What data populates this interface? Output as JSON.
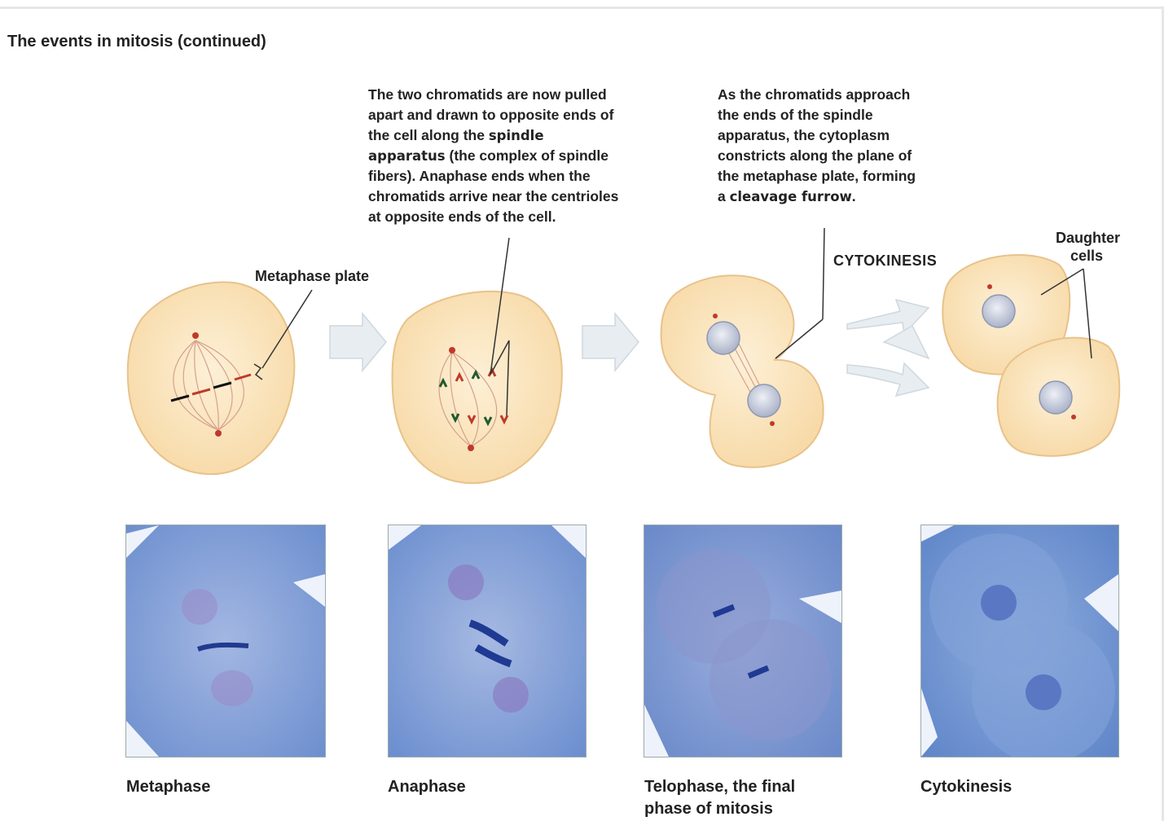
{
  "title": "The events in mitosis (continued)",
  "captions": {
    "anaphase": {
      "lines": [
        {
          "pre": "The two chromatids are now pulled",
          "em": "",
          "post": ""
        },
        {
          "pre": "apart and drawn to opposite ends of",
          "em": "",
          "post": ""
        },
        {
          "pre": "the cell along the ",
          "em": "spindle",
          "post": ""
        },
        {
          "pre": "",
          "em": "apparatus",
          "post": " (the complex of spindle"
        },
        {
          "pre": "fibers). Anaphase ends when the",
          "em": "",
          "post": ""
        },
        {
          "pre": "chromatids arrive near the centrioles",
          "em": "",
          "post": ""
        },
        {
          "pre": "at opposite ends of the cell.",
          "em": "",
          "post": ""
        }
      ]
    },
    "telophase": {
      "lines": [
        {
          "pre": "As the chromatids approach",
          "em": "",
          "post": ""
        },
        {
          "pre": "the ends of the spindle",
          "em": "",
          "post": ""
        },
        {
          "pre": "apparatus, the cytoplasm",
          "em": "",
          "post": ""
        },
        {
          "pre": "constricts along the plane of",
          "em": "",
          "post": ""
        },
        {
          "pre": "the metaphase plate, forming",
          "em": "",
          "post": ""
        },
        {
          "pre": "a ",
          "em": "cleavage furrow",
          "post": "."
        }
      ]
    }
  },
  "labels": {
    "metaphase_plate": "Metaphase plate",
    "cytokinesis_heading": "CYTOKINESIS",
    "daughter_cells_1": "Daughter",
    "daughter_cells_2": "cells"
  },
  "phases": {
    "metaphase": "Metaphase",
    "anaphase": "Anaphase",
    "telophase_1": "Telophase, the final",
    "telophase_2": "phase of mitosis",
    "cytokinesis": "Cytokinesis"
  },
  "colors": {
    "cell_fill": "#fbe3b8",
    "cell_stroke": "#e8c892",
    "spindle": "#d9a79a",
    "nucleus": "#c9cedd",
    "arrow": "#e4eaee",
    "micro_bg": "#7f9fd6",
    "chromosome": "#2a3f8f"
  }
}
